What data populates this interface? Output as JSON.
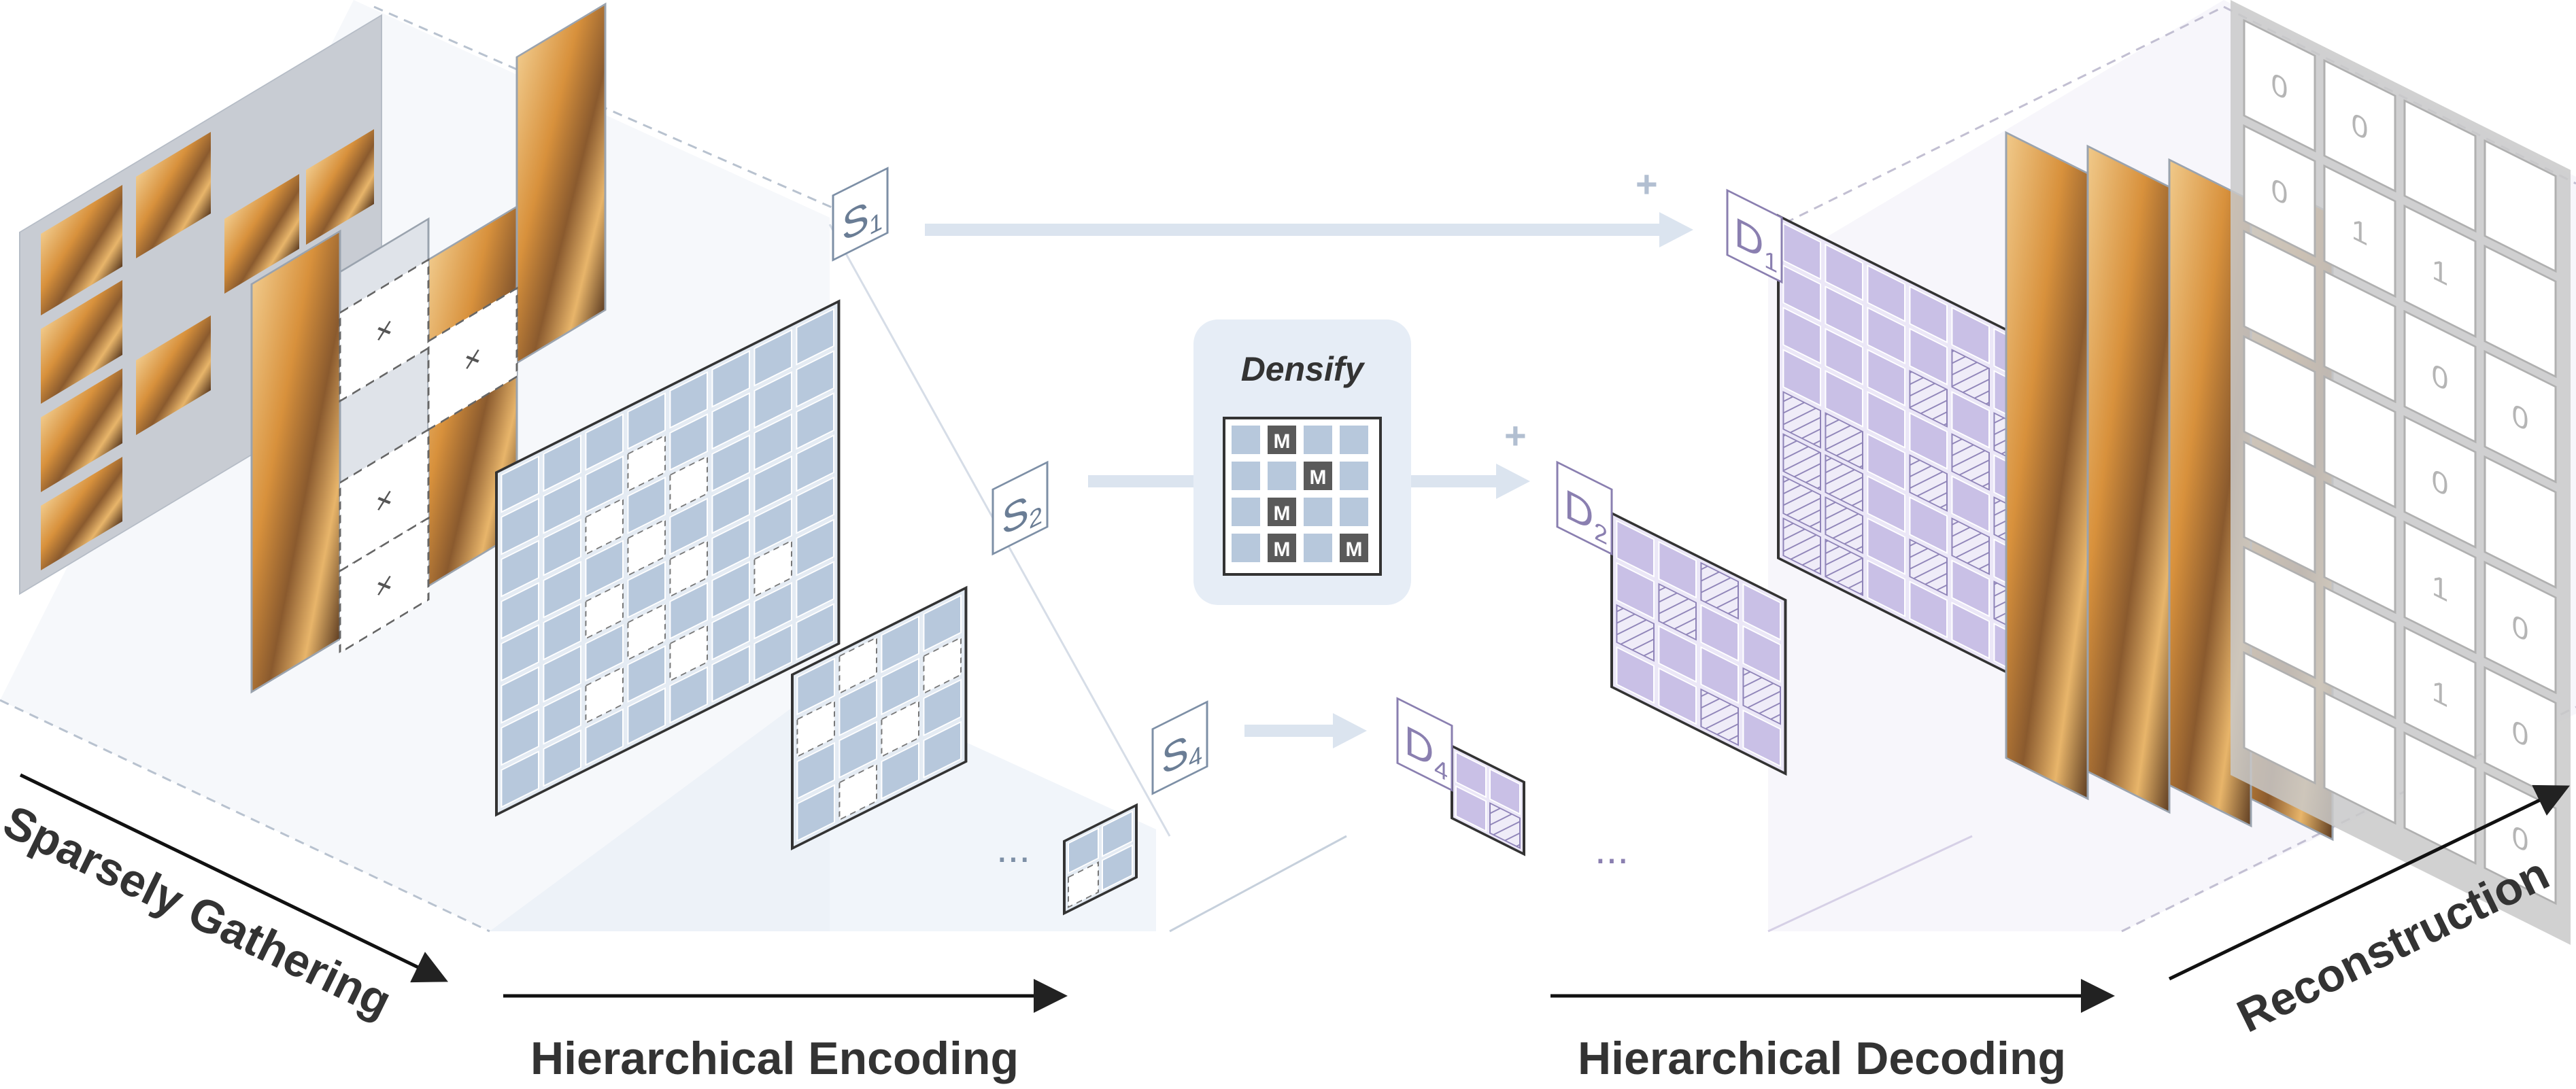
{
  "labels": {
    "sparse_gathering": "Sparsely Gathering",
    "hier_encoding": "Hierarchical Encoding",
    "hier_decoding": "Hierarchical Decoding",
    "reconstruction": "Reconstruction",
    "densify": "Densify",
    "mask_token": "M",
    "plus": "+",
    "ellipsis": "...",
    "removed_mark": "×",
    "mask_zero": "0",
    "mask_one": "1"
  },
  "encoder_stages": [
    {
      "letter": "S",
      "index": "1"
    },
    {
      "letter": "S",
      "index": "2"
    },
    {
      "letter": "S",
      "index": "4"
    }
  ],
  "decoder_stages": [
    {
      "letter": "D",
      "index": "1"
    },
    {
      "letter": "D",
      "index": "2"
    },
    {
      "letter": "D",
      "index": "4"
    }
  ],
  "densify_grid": [
    [
      0,
      1,
      0,
      0
    ],
    [
      0,
      0,
      1,
      0
    ],
    [
      0,
      1,
      0,
      0
    ],
    [
      0,
      1,
      0,
      1
    ]
  ],
  "mask_grid": [
    [
      "0",
      "0",
      "",
      ""
    ],
    [
      "0",
      "1",
      "1",
      ""
    ],
    [
      "",
      "",
      "0",
      "0"
    ],
    [
      "",
      "",
      "0",
      ""
    ],
    [
      "",
      "",
      "1",
      "0"
    ],
    [
      "",
      "",
      "1",
      "0"
    ],
    [
      "",
      "",
      "",
      "0"
    ]
  ],
  "colors": {
    "encoder_fill": "#b7c8dc",
    "encoder_frame": "#e4ebf3",
    "decoder_fill": "#c9c0e6",
    "decoder_frame": "#ebe7f7",
    "arrow": "#d7e1ee",
    "caption": "#333333",
    "fur_light": "#e0a55a",
    "fur_dark": "#6b4424"
  }
}
